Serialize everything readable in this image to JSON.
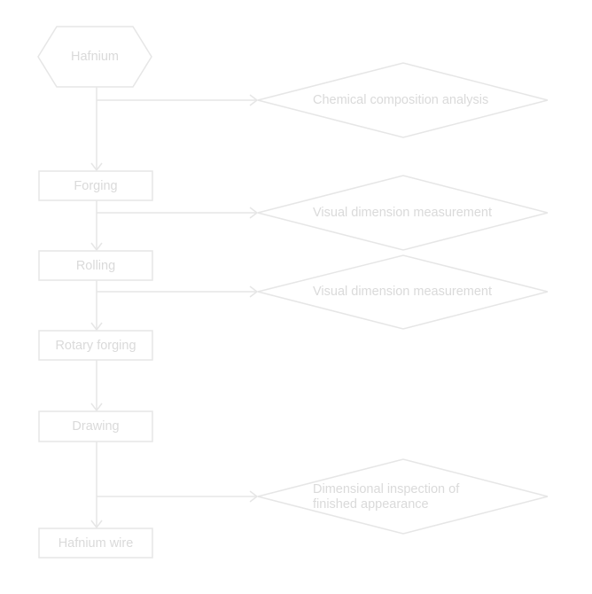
{
  "flowchart": {
    "start": {
      "label": "Hafnium"
    },
    "steps": [
      {
        "label": "Forging"
      },
      {
        "label": "Rolling"
      },
      {
        "label": "Rotary forging"
      },
      {
        "label": "Drawing"
      },
      {
        "label": "Hafnium wire"
      }
    ],
    "checks": [
      {
        "lines": [
          "Chemical composition analysis"
        ]
      },
      {
        "lines": [
          "Visual dimension measurement"
        ]
      },
      {
        "lines": [
          "Visual dimension measurement"
        ]
      },
      {
        "lines": [
          "Dimensional inspection of",
          "finished appearance"
        ]
      }
    ]
  },
  "colors": {
    "stroke": "#e6e6e6",
    "text": "#dadada",
    "background": "#ffffff"
  }
}
